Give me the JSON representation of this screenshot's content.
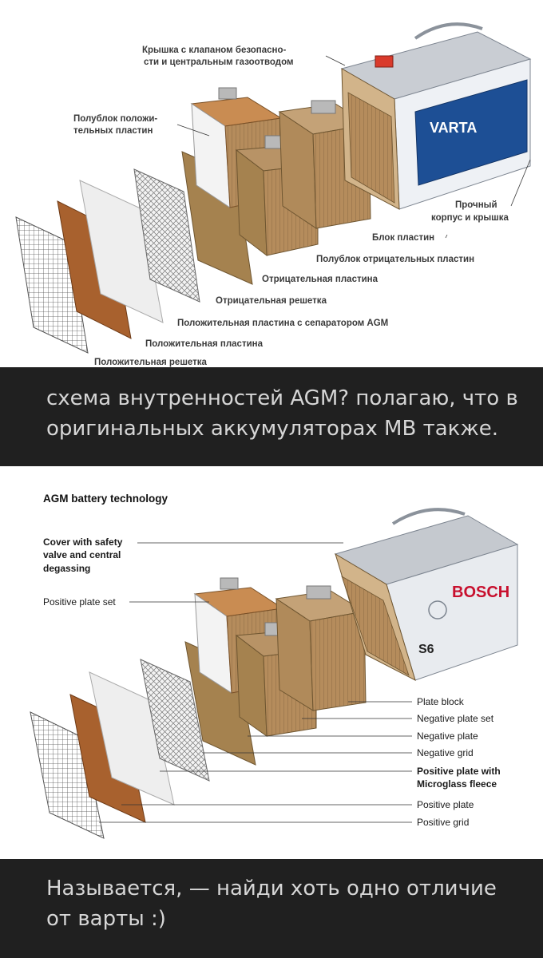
{
  "top_diagram": {
    "brand": "VARTA",
    "labels": {
      "cover": [
        "Крышка с клапаном безопасно-",
        "сти и центральным газоотводом"
      ],
      "positive_half_block": [
        "Полублок положи-",
        "тельных пластин"
      ],
      "case": [
        "Прочный",
        "корпус и крышка"
      ],
      "plate_block": "Блок пластин",
      "negative_half_block": "Полублок отрицательных пластин",
      "negative_plate": "Отрицательная пластина",
      "negative_grid": "Отрицательная решетка",
      "positive_plate_agm": "Положительная пластина с сепаратором AGM",
      "positive_plate": "Положительная пластина",
      "positive_grid": "Положительная решетка"
    }
  },
  "caption_1": "схема внутренностей AGM? полагаю, что в оригинальных аккумуляторах MB также.",
  "bottom_diagram": {
    "title": "AGM battery technology",
    "brand": "BOSCH",
    "model": "S6",
    "labels": {
      "cover": [
        "Cover with safety",
        "valve and central",
        "degassing"
      ],
      "positive_plate_set": "Positive plate set",
      "plate_block": "Plate block",
      "negative_plate_set": "Negative plate set",
      "negative_plate": "Negative plate",
      "negative_grid": "Negative grid",
      "positive_plate_fleece": [
        "Positive plate with",
        "Microglass fleece"
      ],
      "positive_plate": "Positive plate",
      "positive_grid": "Positive grid"
    }
  },
  "caption_2": "Называется, — найди хоть одно отличие от варты :)",
  "colors": {
    "caption_bg": "#202020",
    "caption_text": "#d6d6d6",
    "brown_plate": "#a8612e",
    "tan_plate": "#b08a5a",
    "varta_blue": "#1d4f95",
    "bosch_red": "#c8102e"
  }
}
